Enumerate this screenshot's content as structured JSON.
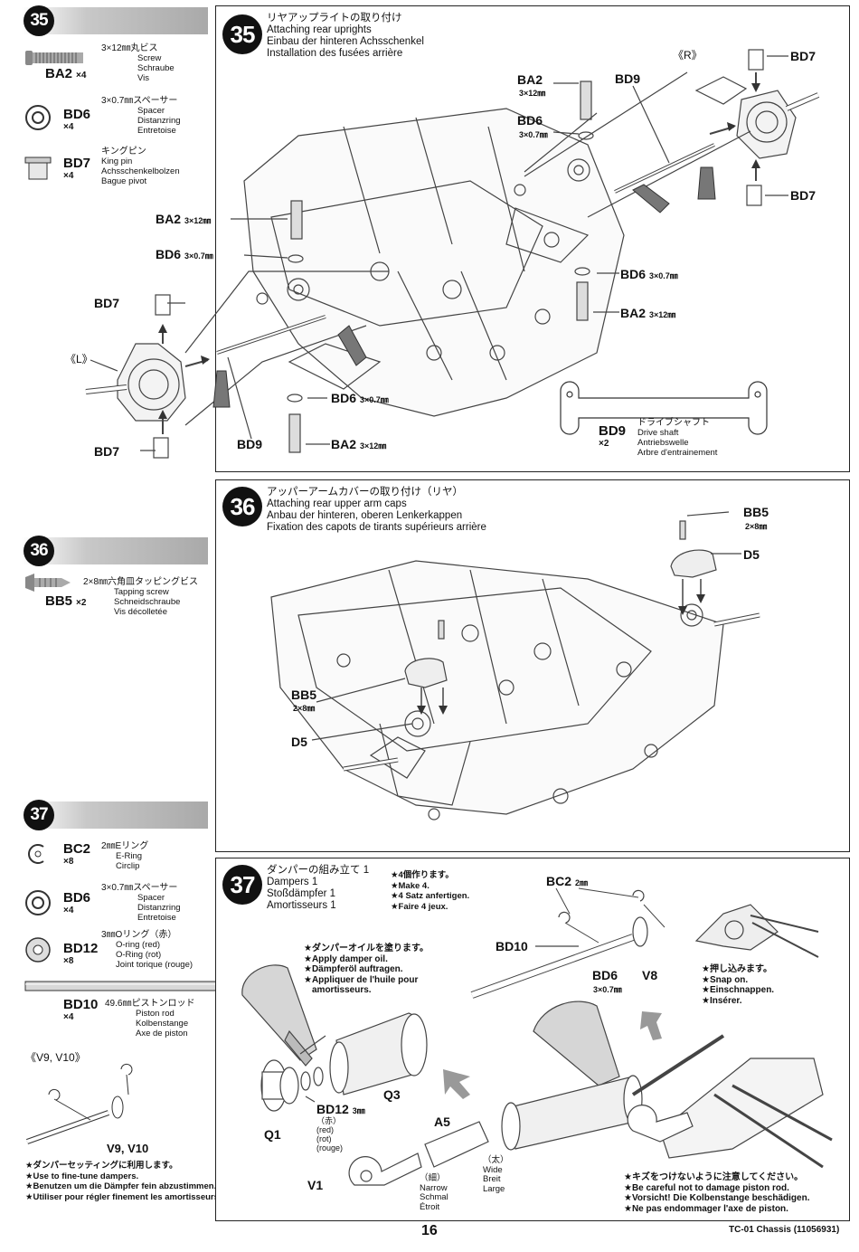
{
  "sidebar": {
    "step35": {
      "num": "35",
      "parts": [
        {
          "code": "BA2",
          "qty": "×4",
          "jp": "3×12㎜丸ビス",
          "lines": [
            "Screw",
            "Schraube",
            "Vis"
          ]
        },
        {
          "code": "BD6",
          "qty": "×4",
          "jp": "3×0.7㎜スペーサー",
          "lines": [
            "Spacer",
            "Distanzring",
            "Entretoise"
          ]
        },
        {
          "code": "BD7",
          "qty": "×4",
          "jp": "キングピン",
          "lines": [
            "King pin",
            "Achsschenkelbolzen",
            "Bague pivot"
          ]
        }
      ]
    },
    "step36": {
      "num": "36",
      "parts": [
        {
          "code": "BB5",
          "qty": "×2",
          "jp": "2×8㎜六角皿タッピングビス",
          "lines": [
            "Tapping screw",
            "Schneidschraube",
            "Vis décolletée"
          ]
        }
      ]
    },
    "step37": {
      "num": "37",
      "parts": [
        {
          "code": "BC2",
          "qty": "×8",
          "jp": "2㎜Eリング",
          "lines": [
            "E-Ring",
            "Circlip"
          ]
        },
        {
          "code": "BD6",
          "qty": "×4",
          "jp": "3×0.7㎜スペーサー",
          "lines": [
            "Spacer",
            "Distanzring",
            "Entretoise"
          ]
        },
        {
          "code": "BD12",
          "qty": "×8",
          "jp": "3㎜Oリング（赤）",
          "lines": [
            "O-ring (red)",
            "O-Ring (rot)",
            "Joint torique (rouge)"
          ]
        },
        {
          "code": "BD10",
          "qty": "×4",
          "jp": "49.6㎜ピストンロッド",
          "lines": [
            "Piston rod",
            "Kolbenstange",
            "Axe de piston"
          ]
        }
      ],
      "v_label": "《V9, V10》",
      "v_part": "V9, V10",
      "tip": [
        "★ダンパーセッティングに利用します。",
        "★Use to fine-tune dampers.",
        "★Benutzen um die Dämpfer fein abzustimmen.",
        "★Utiliser pour régler finement les amortisseurs."
      ]
    }
  },
  "step35": {
    "num": "35",
    "title": [
      "リヤアップライトの取り付け",
      "Attaching rear uprights",
      "Einbau der hinteren Achsschenkel",
      "Installation des fusées arrière"
    ],
    "labels": {
      "R": "《R》",
      "L": "《L》",
      "BD7": "BD7",
      "BD6": "BD6",
      "BA2": "BA2",
      "BD9": "BD9",
      "size_3x12": "3×12㎜",
      "size_3x07": "3×0.7㎜"
    },
    "driveshaft": {
      "code": "BD9",
      "qty": "×2",
      "lines": [
        "ドライブシャフト",
        "Drive shaft",
        "Antriebswelle",
        "Arbre d'entrainement"
      ]
    }
  },
  "step36": {
    "num": "36",
    "title": [
      "アッパーアームカバーの取り付け（リヤ）",
      "Attaching rear upper arm caps",
      "Anbau der hinteren, oberen Lenkerkappen",
      "Fixation des capots de tirants supérieurs arrière"
    ],
    "labels": {
      "BB5": "BB5",
      "size": "2×8㎜",
      "D5": "D5"
    }
  },
  "step37": {
    "num": "37",
    "title": [
      "ダンパーの組み立て 1",
      "Dampers 1",
      "Stoßdämpfer 1",
      "Amortisseurs 1"
    ],
    "make": [
      "★4個作ります。",
      "★Make 4.",
      "★4 Satz anfertigen.",
      "★Faire 4 jeux."
    ],
    "oil": [
      "★ダンパーオイルを塗ります。",
      "★Apply damper oil.",
      "★Dämpferöl auftragen.",
      "★Appliquer de l'huile pour",
      "amortisseurs."
    ],
    "snap": [
      "★押し込みます。",
      "★Snap on.",
      "★Einschnappen.",
      "★Insérer."
    ],
    "careful": [
      "★キズをつけないように注意してください。",
      "★Be careful not to damage piston rod.",
      "★Vorsicht! Die Kolbenstange beschädigen.",
      "★Ne pas endommager l'axe de piston."
    ],
    "labels": {
      "BC2": "BC2",
      "bc2size": "2㎜",
      "BD10": "BD10",
      "BD6": "BD6",
      "bd6size": "3×0.7㎜",
      "V8": "V8",
      "Q1": "Q1",
      "Q3": "Q3",
      "BD12": "BD12",
      "bd12size": "3㎜",
      "V1": "V1",
      "A5": "A5"
    },
    "bd12_color": [
      "（赤）",
      "(red)",
      "(rot)",
      "(rouge)"
    ],
    "narrow": [
      "（細）",
      "Narrow",
      "Schmal",
      "Étroit"
    ],
    "wide": [
      "（太）",
      "Wide",
      "Breit",
      "Large"
    ]
  },
  "footer": {
    "page": "16",
    "manual": "TC-01 Chassis (11056931)"
  }
}
